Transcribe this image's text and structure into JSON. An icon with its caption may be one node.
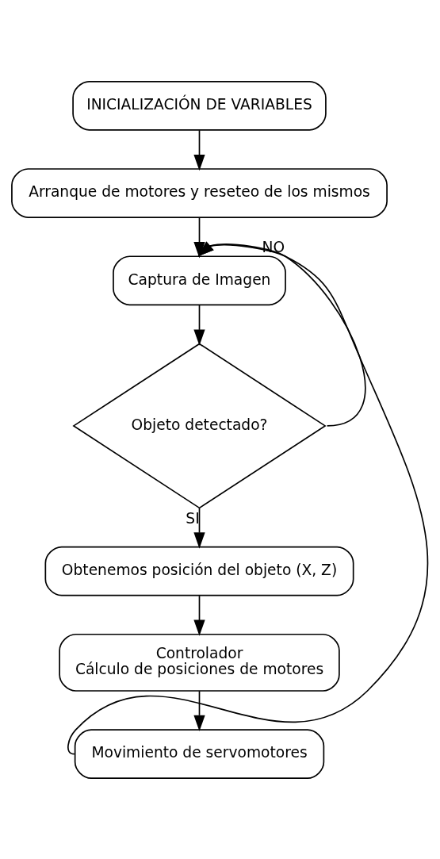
{
  "diagram": {
    "nodes": [
      {
        "text": [
          "INICIALIZACIÓN DE VARIABLES"
        ]
      },
      {
        "text": [
          "Arranque de motores y reseteo de los mismos"
        ]
      },
      {
        "text": [
          "Captura de Imagen"
        ]
      },
      {
        "text": [
          "Objeto detectado?"
        ]
      },
      {
        "text": [
          "Obtenemos posición del objeto (X, Z)"
        ]
      },
      {
        "text": [
          "Controlador",
          "Cálculo de posiciones de motores"
        ]
      },
      {
        "text": [
          "Movimiento de servomotores"
        ]
      }
    ],
    "edges": [
      {
        "from": 0,
        "to": 1,
        "arrow": "to"
      },
      {
        "from": 1,
        "to": 2,
        "arrow": "to"
      },
      {
        "from": 2,
        "to": 3,
        "arrow": "to"
      },
      {
        "from": 3,
        "to": 4,
        "arrow": "to",
        "label": "SI"
      },
      {
        "from": 3,
        "to": 2,
        "arrow": "to",
        "label": "NO"
      },
      {
        "from": 4,
        "to": 5,
        "arrow": "to"
      },
      {
        "from": 5,
        "to": 6,
        "arrow": "to"
      },
      {
        "from": 6,
        "to": 2,
        "arrow": "to"
      }
    ]
  }
}
